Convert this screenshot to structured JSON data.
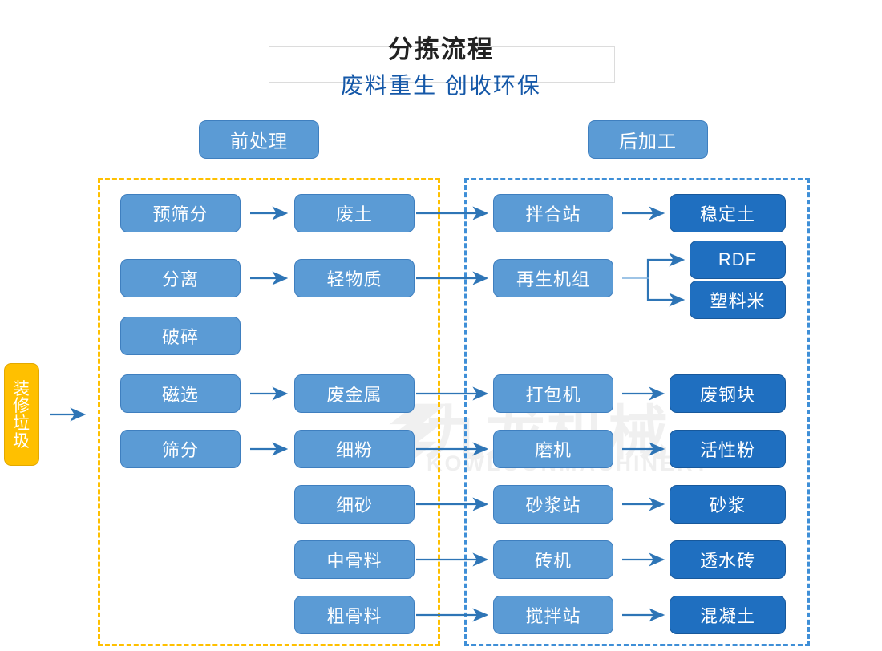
{
  "header": {
    "title": "分拣流程",
    "subtitle": "废料重生 创收环保"
  },
  "sections": {
    "pre": {
      "label": "前处理"
    },
    "post": {
      "label": "后加工"
    }
  },
  "source": {
    "label": "装修垃圾",
    "chars": [
      "装",
      "修",
      "垃",
      "圾"
    ],
    "color": "#ffc000"
  },
  "nodes": {
    "pre_process": [
      {
        "id": "pre-screen",
        "label": "预筛分"
      },
      {
        "id": "separation",
        "label": "分离"
      },
      {
        "id": "crushing",
        "label": "破碎"
      },
      {
        "id": "magnetic",
        "label": "磁选"
      },
      {
        "id": "sieving",
        "label": "筛分"
      }
    ],
    "materials": [
      {
        "id": "waste-soil",
        "label": "废土"
      },
      {
        "id": "light-material",
        "label": "轻物质"
      },
      {
        "id": "scrap-metal",
        "label": "废金属"
      },
      {
        "id": "fine-powder",
        "label": "细粉"
      },
      {
        "id": "fine-sand",
        "label": "细砂"
      },
      {
        "id": "medium-aggregate",
        "label": "中骨料"
      },
      {
        "id": "coarse-aggregate",
        "label": "粗骨料"
      }
    ],
    "machines": [
      {
        "id": "mixing-station",
        "label": "拌合站"
      },
      {
        "id": "recycling-unit",
        "label": "再生机组"
      },
      {
        "id": "baler",
        "label": "打包机"
      },
      {
        "id": "grinder",
        "label": "磨机"
      },
      {
        "id": "mortar-station",
        "label": "砂浆站"
      },
      {
        "id": "brick-machine",
        "label": "砖机"
      },
      {
        "id": "concrete-station",
        "label": "搅拌站"
      }
    ],
    "products": [
      {
        "id": "stabilized-soil",
        "label": "稳定土"
      },
      {
        "id": "rdf",
        "label": "RDF"
      },
      {
        "id": "plastic-pellet",
        "label": "塑料米"
      },
      {
        "id": "scrap-steel",
        "label": "废钢块"
      },
      {
        "id": "active-powder",
        "label": "活性粉"
      },
      {
        "id": "mortar",
        "label": "砂浆"
      },
      {
        "id": "permeable-brick",
        "label": "透水砖"
      },
      {
        "id": "concrete",
        "label": "混凝土"
      }
    ]
  },
  "watermark": {
    "brand_cn": "九龙机械",
    "brand_en": "KOWLOONMACHINERY"
  },
  "colors": {
    "node_mid": "#5b9bd5",
    "node_out": "#1f6fc0",
    "source": "#ffc000",
    "panel_pre_border": "#ffc000",
    "panel_post_border": "#3f8fd7",
    "arrow": "#2e75b6",
    "title": "#222222",
    "subtitle": "#1558a8"
  }
}
